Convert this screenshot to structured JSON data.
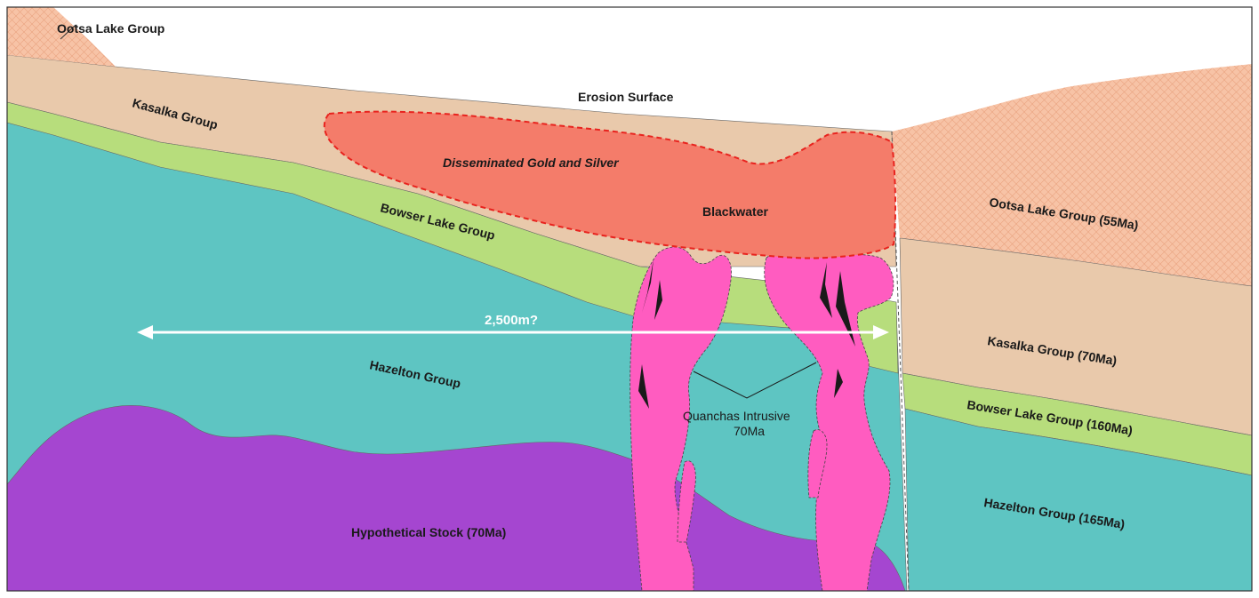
{
  "colors": {
    "ootsa": "#f7c3a6",
    "kasalka": "#e9c9ab",
    "bowser": "#b7dd7c",
    "hazelton": "#5ec5c2",
    "stock": "#a546d0",
    "intrusive": "#ff5cc0",
    "mineralized": "#f47c6a",
    "mineralized_border": "#e8231e",
    "arrow": "#ffffff"
  },
  "labels": {
    "ootsa_left": "Ootsa Lake Group",
    "erosion": "Erosion Surface",
    "kasalka_left": "Kasalka Group",
    "disseminated": "Disseminated Gold and Silver",
    "blackwater": "Blackwater",
    "bowser_left": "Bowser Lake Group",
    "distance": "2,500m?",
    "hazelton_left": "Hazelton Group",
    "quanchas_line1": "Quanchas Intrusive",
    "quanchas_line2": "70Ma",
    "hypothetical": "Hypothetical Stock (70Ma)",
    "ootsa_right": "Ootsa Lake Group (55Ma)",
    "kasalka_right": "Kasalka Group (70Ma)",
    "bowser_right": "Bowser Lake Group (160Ma)",
    "hazelton_right": "Hazelton Group (165Ma)"
  }
}
